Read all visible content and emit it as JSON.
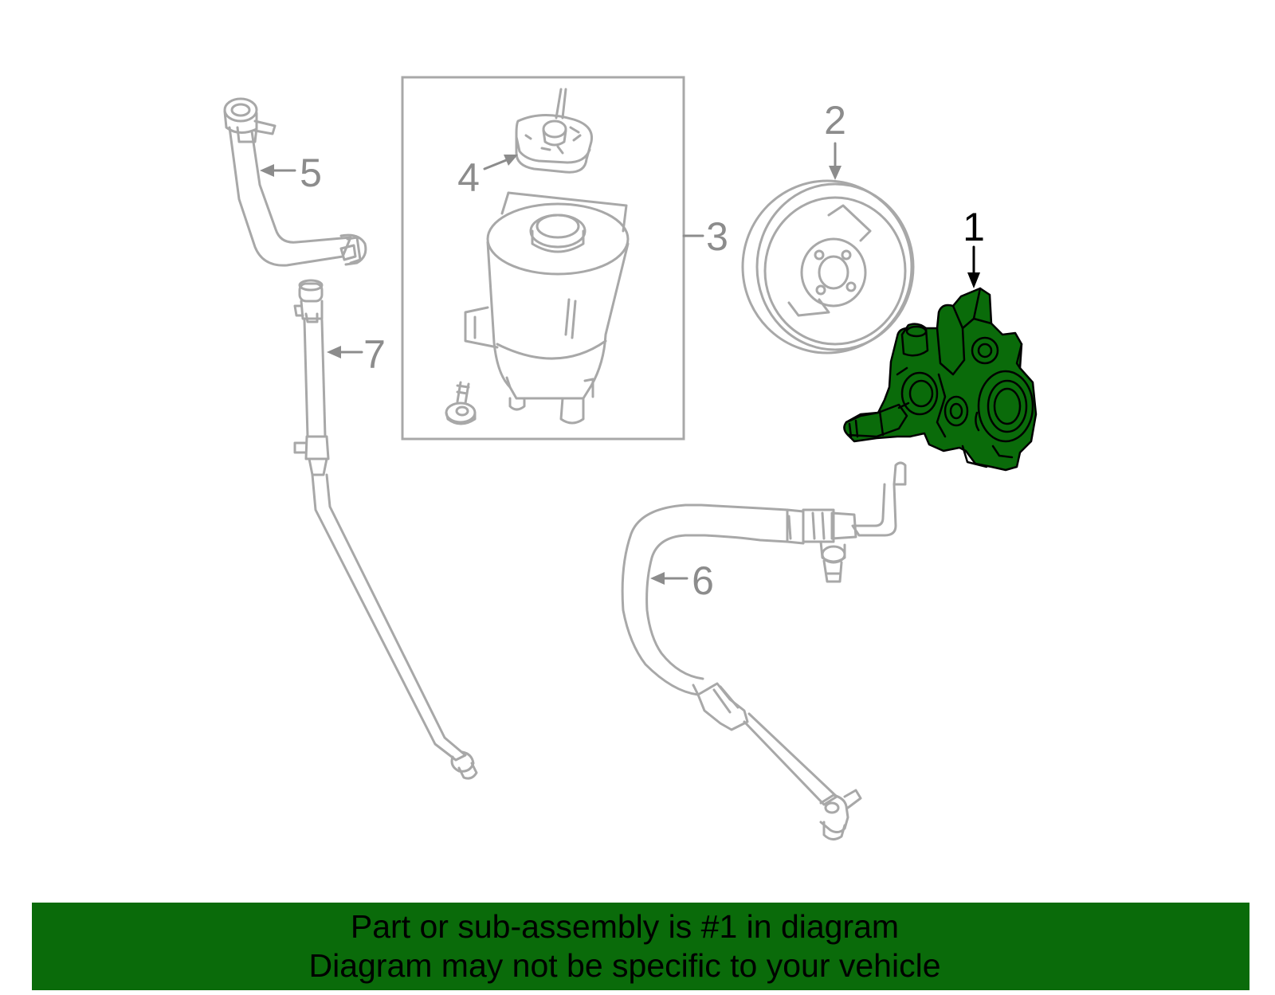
{
  "colors": {
    "line_gray": "#a8a8a8",
    "text_gray": "#8c8c8c",
    "highlight_fill": "#0a6b0a",
    "highlight_stroke": "#000000",
    "banner_bg": "#0a6b0a",
    "banner_text": "#000000"
  },
  "callouts": {
    "c1": "1",
    "c2": "2",
    "c3": "3",
    "c4": "4",
    "c5": "5",
    "c6": "6",
    "c7": "7"
  },
  "banner": {
    "line1": "Part or sub-assembly is #1 in diagram",
    "line2": "Diagram may not be specific to your vehicle"
  }
}
